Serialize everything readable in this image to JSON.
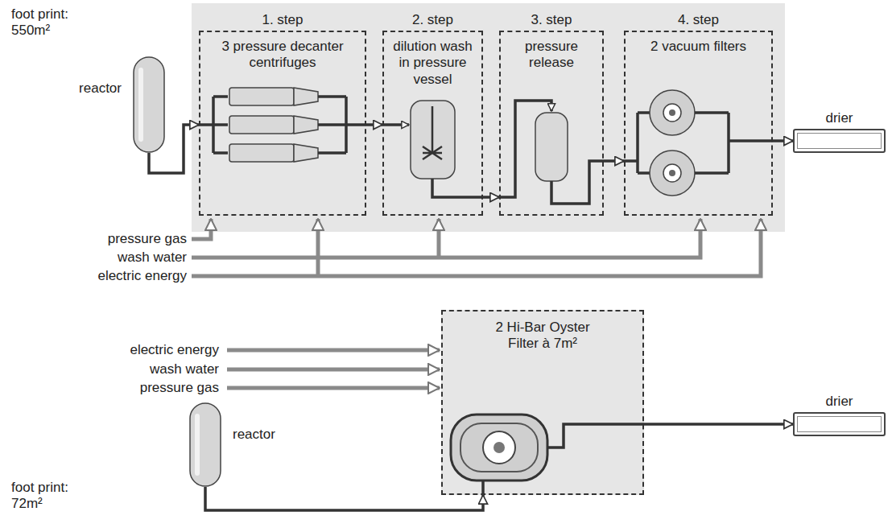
{
  "diagram": {
    "nodes": [
      {
        "text": [
          "reactor"
        ]
      },
      {
        "text": [
          "1. step",
          "3 pressure decanter centrifuges"
        ]
      },
      {
        "text": [
          "2. step",
          "dilution wash in pressure vessel"
        ]
      },
      {
        "text": [
          "3. step",
          "pressure release"
        ]
      },
      {
        "text": [
          "4. step",
          "2 vacuum filters"
        ]
      },
      {
        "text": [
          "drier"
        ]
      },
      {
        "text": [
          "reactor"
        ]
      },
      {
        "text": [
          "2 Hi-Bar Oyster Filter à 7m²"
        ]
      },
      {
        "text": [
          "drier"
        ]
      }
    ],
    "edges": [
      {
        "from": 0,
        "to": 1,
        "arrow": "to"
      },
      {
        "from": 1,
        "to": 2,
        "arrow": "to"
      },
      {
        "from": 2,
        "to": 3,
        "arrow": "to"
      },
      {
        "from": 3,
        "to": 4,
        "arrow": "to"
      },
      {
        "from": 4,
        "to": 5,
        "arrow": "to"
      },
      {
        "from": 6,
        "to": 7,
        "arrow": "to"
      },
      {
        "from": 7,
        "to": 8,
        "arrow": "to"
      }
    ],
    "labels": [
      "foot print: 550m²",
      "pressure gas",
      "wash water",
      "electric energy",
      "electric energy",
      "wash water",
      "pressure gas",
      "foot print: 72m²"
    ]
  }
}
